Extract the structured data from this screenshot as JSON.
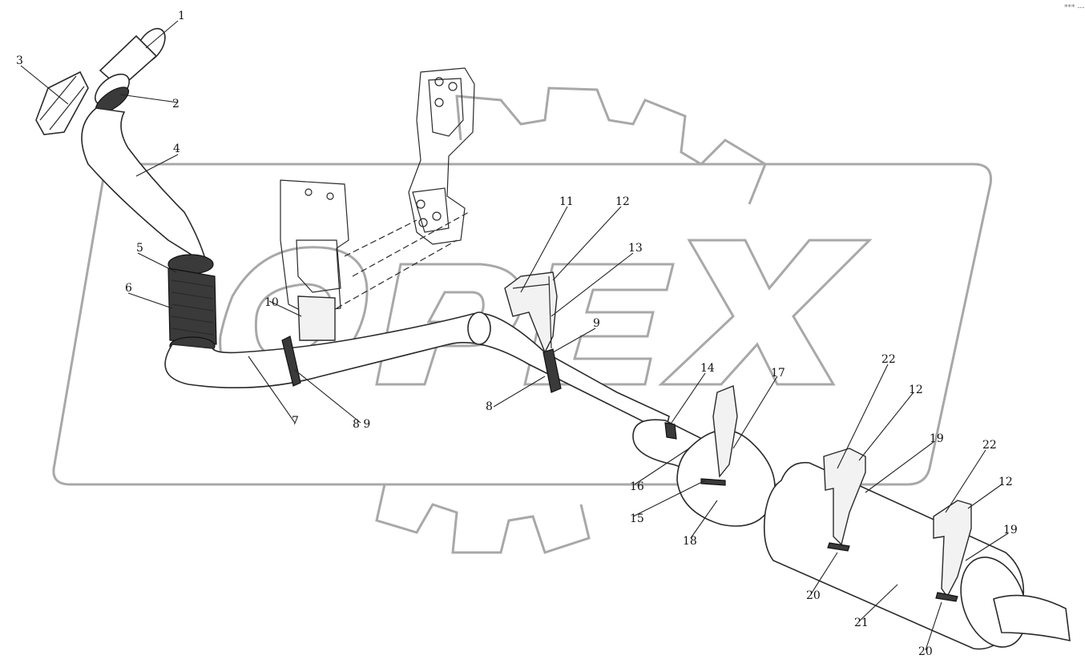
{
  "corner_mark": "*** ---",
  "watermark": "OPEX",
  "callouts": [
    {
      "id": "c1",
      "text": "1"
    },
    {
      "id": "c2",
      "text": "2"
    },
    {
      "id": "c3",
      "text": "3"
    },
    {
      "id": "c4",
      "text": "4"
    },
    {
      "id": "c5",
      "text": "5"
    },
    {
      "id": "c6",
      "text": "6"
    },
    {
      "id": "c7",
      "text": "7"
    },
    {
      "id": "c89",
      "text": "8 9"
    },
    {
      "id": "c10",
      "text": "10"
    },
    {
      "id": "c11",
      "text": "11"
    },
    {
      "id": "c12a",
      "text": "12"
    },
    {
      "id": "c13",
      "text": "13"
    },
    {
      "id": "c9",
      "text": "9"
    },
    {
      "id": "c8",
      "text": "8"
    },
    {
      "id": "c14",
      "text": "14"
    },
    {
      "id": "c17",
      "text": "17"
    },
    {
      "id": "c16",
      "text": "16"
    },
    {
      "id": "c15",
      "text": "15"
    },
    {
      "id": "c18",
      "text": "18"
    },
    {
      "id": "c22a",
      "text": "22"
    },
    {
      "id": "c12b",
      "text": "12"
    },
    {
      "id": "c19a",
      "text": "19"
    },
    {
      "id": "c22b",
      "text": "22"
    },
    {
      "id": "c12c",
      "text": "12"
    },
    {
      "id": "c19b",
      "text": "19"
    },
    {
      "id": "c20a",
      "text": "20"
    },
    {
      "id": "c21",
      "text": "21"
    },
    {
      "id": "c20b",
      "text": "20"
    }
  ]
}
